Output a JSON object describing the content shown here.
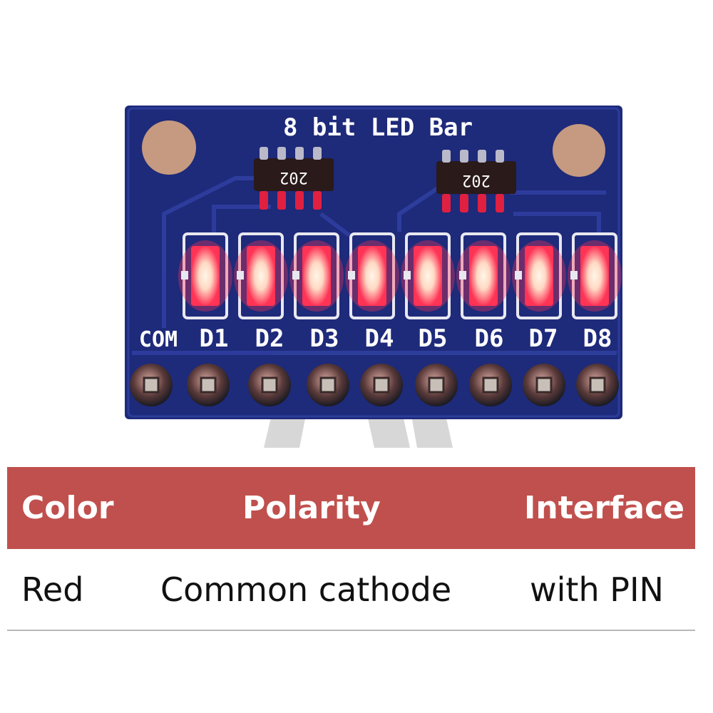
{
  "board": {
    "title": "8 bit LED Bar",
    "resistor_marking": "202",
    "pin_labels": [
      "COM",
      "D1",
      "D2",
      "D3",
      "D4",
      "D5",
      "D6",
      "D7",
      "D8"
    ],
    "led_color": "#ff3355",
    "pcb_color": "#1e2a7a"
  },
  "specs": {
    "headers": [
      "Color",
      "Polarity",
      "Interface"
    ],
    "values": [
      "Red",
      "Common cathode",
      "with PIN"
    ],
    "header_bg": "#c0504d"
  }
}
